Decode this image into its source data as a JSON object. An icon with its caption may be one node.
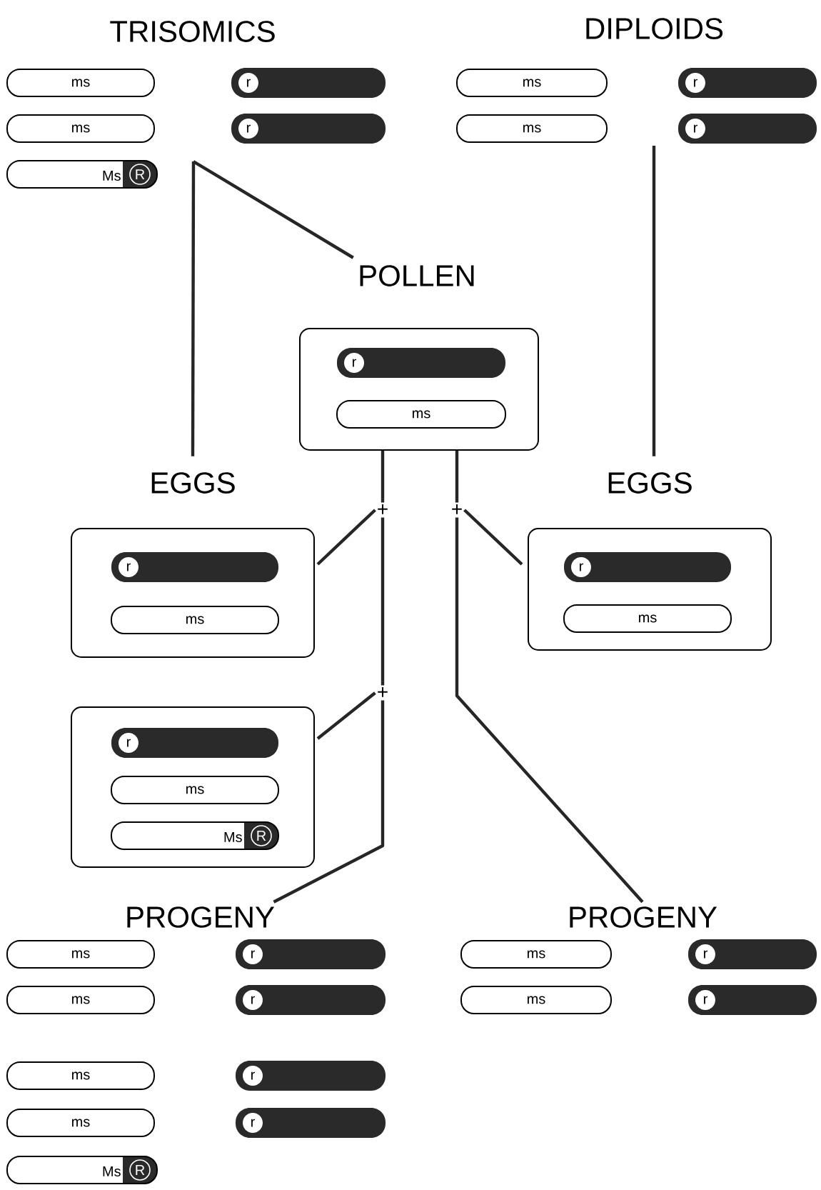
{
  "diagram": {
    "nodes": [
      {
        "text": [
          "ms"
        ]
      },
      {
        "text": [
          "r"
        ]
      },
      {
        "text": [
          "ms"
        ]
      },
      {
        "text": [
          "r"
        ]
      },
      {
        "text": [
          "Ms",
          "R"
        ]
      },
      {
        "text": [
          "ms"
        ]
      },
      {
        "text": [
          "r"
        ]
      },
      {
        "text": [
          "ms"
        ]
      },
      {
        "text": [
          "r"
        ]
      },
      {
        "text": [
          "POLLEN"
        ]
      },
      {
        "text": [
          "r"
        ],
        "in": 9
      },
      {
        "text": [
          "ms"
        ],
        "in": 9
      },
      {
        "text": [
          "EGGS"
        ]
      },
      {
        "text": [
          "r"
        ],
        "in": 12
      },
      {
        "text": [
          "ms"
        ],
        "in": 12
      },
      {
        "text": [
          "EGGS"
        ]
      },
      {
        "text": [
          "r"
        ],
        "in": 15
      },
      {
        "text": [
          "ms"
        ],
        "in": 15
      },
      {
        "text": [
          "+"
        ]
      },
      {
        "text": [
          "+"
        ]
      },
      {
        "text": [],
        "shape": "box"
      },
      {
        "text": [
          "r"
        ],
        "in": 20
      },
      {
        "text": [
          "ms"
        ],
        "in": 20
      },
      {
        "text": [
          "Ms",
          "R"
        ],
        "in": 20
      },
      {
        "text": [
          "+"
        ]
      },
      {
        "text": [
          "PROGENY"
        ]
      },
      {
        "text": [
          "ms"
        ]
      },
      {
        "text": [
          "r"
        ]
      },
      {
        "text": [
          "ms"
        ]
      },
      {
        "text": [
          "r"
        ]
      },
      {
        "text": [
          "ms"
        ]
      },
      {
        "text": [
          "r"
        ]
      },
      {
        "text": [
          "ms"
        ]
      },
      {
        "text": [
          "r"
        ]
      },
      {
        "text": [
          "Ms",
          "R"
        ]
      },
      {
        "text": [
          "PROGENY"
        ]
      },
      {
        "text": [
          "ms"
        ]
      },
      {
        "text": [
          "r"
        ]
      },
      {
        "text": [
          "ms"
        ]
      },
      {
        "text": [
          "r"
        ]
      }
    ],
    "edges": [
      {
        "from": 4,
        "to": 9,
        "arrow": "none"
      },
      {
        "from": 4,
        "to": 12,
        "arrow": "none"
      },
      {
        "from": null,
        "to": 15,
        "arrow": "none"
      },
      {
        "from": 9,
        "to": 18,
        "arrow": "none"
      },
      {
        "from": 9,
        "to": 19,
        "arrow": "none"
      },
      {
        "from": 12,
        "to": 18,
        "arrow": "none"
      },
      {
        "from": 15,
        "to": 19,
        "arrow": "none"
      },
      {
        "from": 18,
        "to": 24,
        "arrow": "none"
      },
      {
        "from": 20,
        "to": 24,
        "arrow": "none"
      },
      {
        "from": 24,
        "to": 25,
        "arrow": "none"
      },
      {
        "from": 19,
        "to": 35,
        "arrow": "none"
      }
    ],
    "labels": [
      "TRISOMICS",
      "DIPLOIDS"
    ]
  }
}
